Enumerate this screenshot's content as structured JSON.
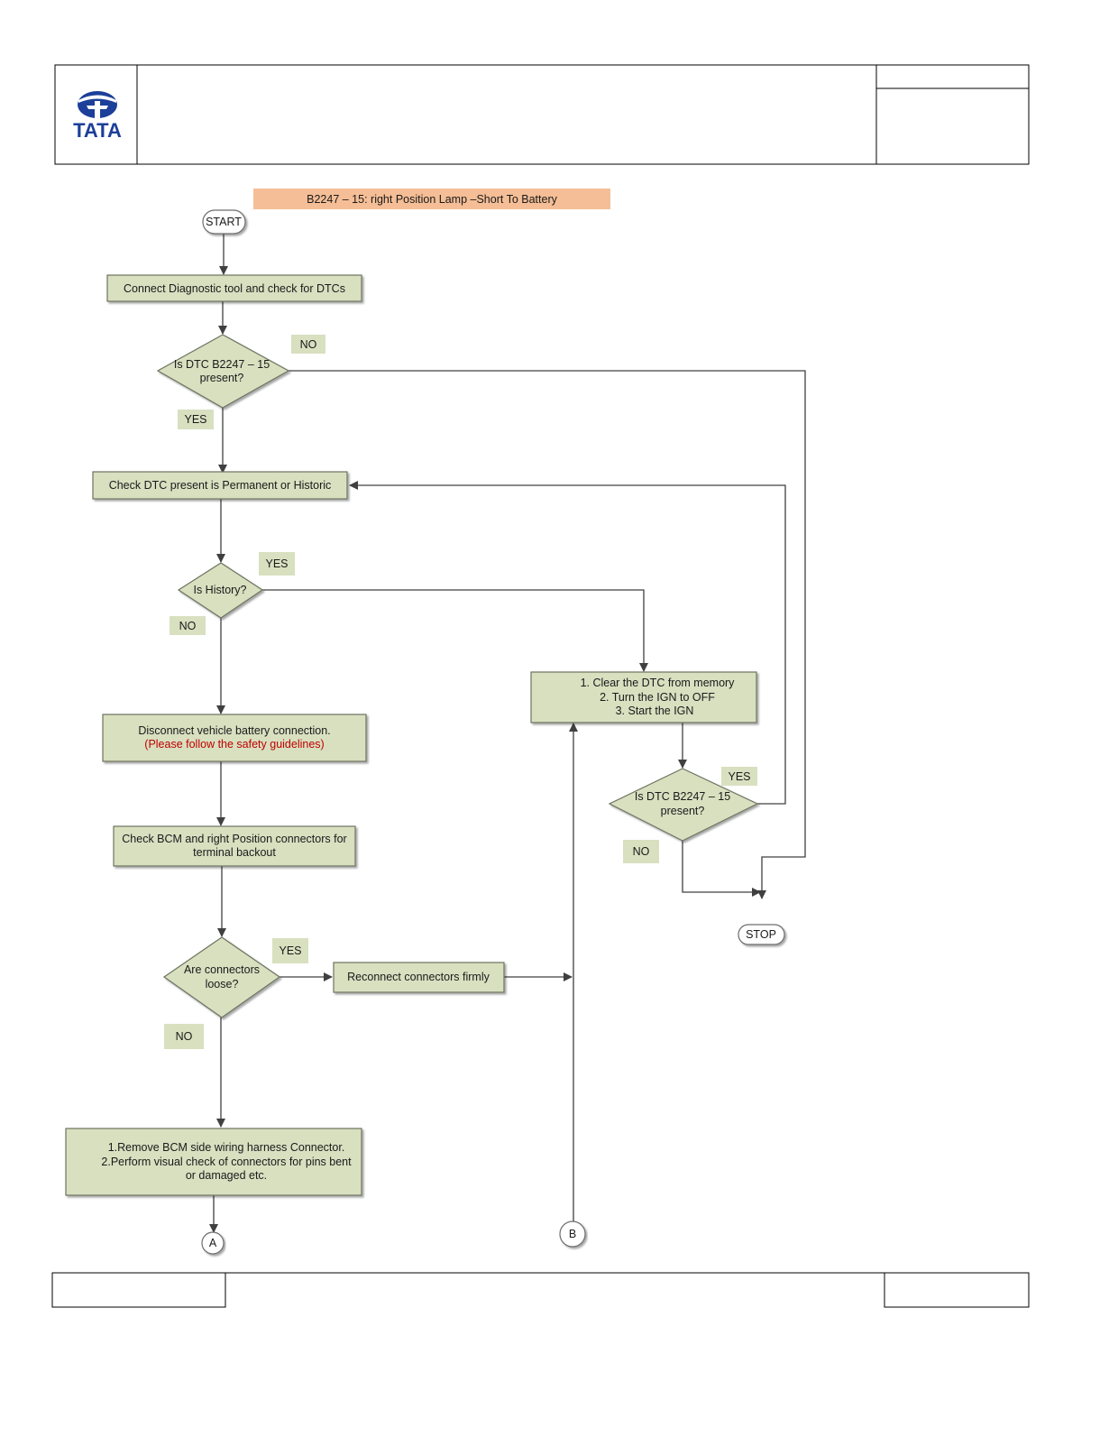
{
  "header": {
    "logo_text": "TATA",
    "brand_color": "#1c3f99"
  },
  "title": "B2247 – 15: right Position Lamp –Short To Battery",
  "colors": {
    "box_fill": "#d8e0c0",
    "box_stroke": "#6d7360",
    "title_fill": "#f5be96",
    "warning_text": "#c00000",
    "line": "#404040"
  },
  "nodes": {
    "start": "START",
    "connect_tool": "Connect Diagnostic tool and check for DTCs",
    "is_dtc_present_1": [
      "Is DTC B2247 – 15",
      "present?"
    ],
    "check_permanent": "Check DTC present is Permanent or Historic",
    "is_history": "Is History?",
    "disconnect_battery": "Disconnect vehicle battery connection.",
    "safety_note": "(Please follow the safety guidelines)",
    "check_connectors": [
      "Check  BCM and right Position connectors for",
      "terminal backout"
    ],
    "are_connectors_loose": [
      "Are connectors",
      "loose?"
    ],
    "reconnect": "Reconnect connectors firmly",
    "remove_harness": [
      "1.Remove BCM side wiring harness Connector.",
      "2.Perform visual check of connectors for pins bent",
      "or damaged etc."
    ],
    "clear_dtc": [
      "1. Clear the DTC from memory",
      "2. Turn the IGN to OFF",
      "3. Start the IGN"
    ],
    "is_dtc_present_2": [
      "Is DTC B2247 – 15",
      "present?"
    ],
    "stop": "STOP",
    "connector_a": "A",
    "connector_b": "B"
  },
  "labels": {
    "no_1": "NO",
    "yes_1": "YES",
    "yes_history": "YES",
    "no_history": "NO",
    "yes_2": "YES",
    "no_2": "NO",
    "yes_loose": "YES",
    "no_loose": "NO"
  }
}
